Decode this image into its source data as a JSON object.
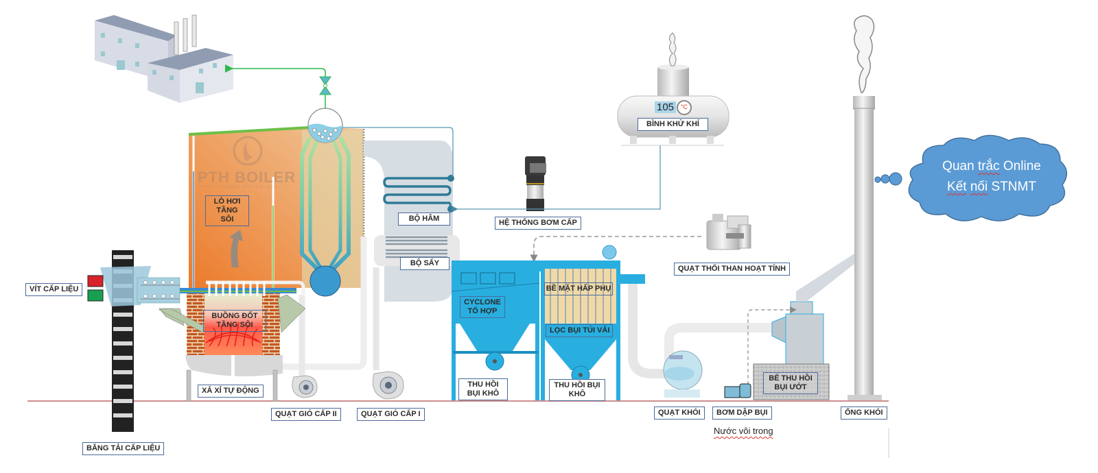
{
  "diagram": {
    "type": "process-flow",
    "subject": "Fluidized bed boiler system with flue gas treatment",
    "watermark": {
      "brand": "PTH BOILER",
      "company": "PHUC TRUONG HAI CO.,LTD"
    },
    "colors": {
      "ground_line": "#b04a4a",
      "steam_line": "#2eb84a",
      "water_line": "#5a9ab5",
      "boiler_orange": "#e98a3c",
      "equipment_blue": "#29aee0",
      "cloud_fill": "#5b9bd5",
      "label_border": "#4a6a9a"
    },
    "labels": {
      "feed_screw": "VÍT CẤP LIỆU",
      "feed_conveyor": "BĂNG TẢI CẤP LIỆU",
      "boiler": "LÒ HƠI TẦNG SÔI",
      "combustion_chamber": "BUỒNG ĐỐT TẦNG SÔI",
      "auto_ash_discharge": "XẢ XỈ TỰ ĐỘNG",
      "secondary_air_fan": "QUẠT GIÓ CẤP II",
      "primary_air_fan": "QUẠT GIÓ CẤP I",
      "economizer": "BỘ HÂM",
      "air_preheater": "BỘ SẤY",
      "feed_pump_system": "HỆ THỐNG BƠM CẤP",
      "deaerator": "BÌNH KHỬ KHÍ",
      "combined_cyclone": "CYCLONE TỔ HỢP",
      "dry_dust_recovery_1": "THU HỒI BỤI KHÔ",
      "adsorption_surface": "BỀ MẶT HẤP PHỤ",
      "bag_filter": "LỌC BỤI TÚI VẢI",
      "dry_dust_recovery_2": "THU HỒI BỤI KHÔ",
      "activated_carbon_blower": "QUẠT THỔI THAN HOẠT TÍNH",
      "flue_gas_fan": "QUẠT KHÓI",
      "dust_suppression_pump": "BƠM DẬP BỤI",
      "wet_dust_tank": "BỂ THU HỒI BỤI ƯỚT",
      "chimney": "ỐNG KHÓI"
    },
    "deaerator_temperature": {
      "value": "105",
      "unit": "°C"
    },
    "cloud": {
      "line1_a": "Quan ",
      "line1_b": "trắc",
      "line1_c": " Online",
      "line2_a": "Kết",
      "line2_b": " ",
      "line2_c": "nối",
      "line2_d": " STNMT"
    },
    "pump_note": "Nước vôi trong"
  }
}
